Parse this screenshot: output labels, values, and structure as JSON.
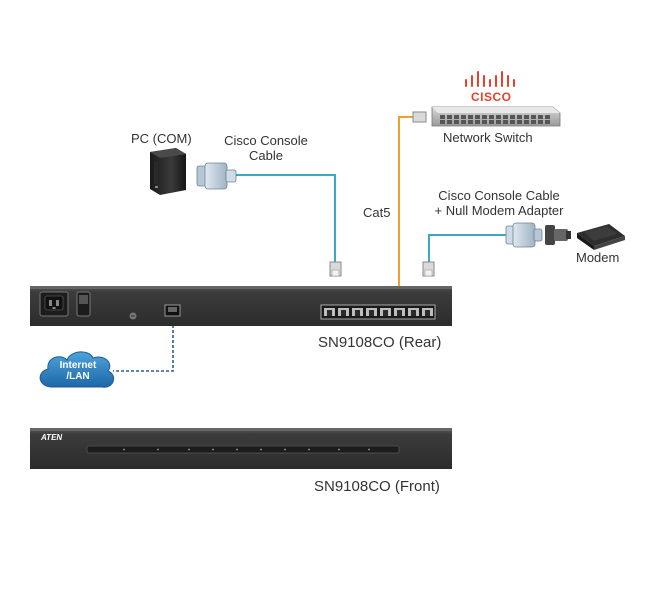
{
  "labels": {
    "pc": "PC (COM)",
    "cisco_cable": "Cisco Console\nCable",
    "cisco_brand": "CISCO",
    "network_switch": "Network Switch",
    "cat5": "Cat5",
    "cable_adapter": "Cisco Console Cable\n+ Null Modem Adapter",
    "modem": "Modem",
    "internet_lan": "Internet\n/LAN",
    "rear": "SN9108CO (Rear)",
    "front": "SN9108CO (Front)",
    "aten_logo": "ATEN"
  },
  "colors": {
    "console_cable": "#3aa8c1",
    "cat5_cable": "#f0a030",
    "lan_cable": "#2a5e9c",
    "cisco_red": "#e8402a",
    "device_dark": "#3a3a3a",
    "cloud_blue": "#2e7fc1"
  },
  "icons": [
    "pc-tower-icon",
    "db9-connector-icon",
    "network-switch-icon",
    "rj45-connector-icon",
    "modem-icon",
    "cloud-icon",
    "power-socket-icon",
    "power-switch-icon"
  ]
}
